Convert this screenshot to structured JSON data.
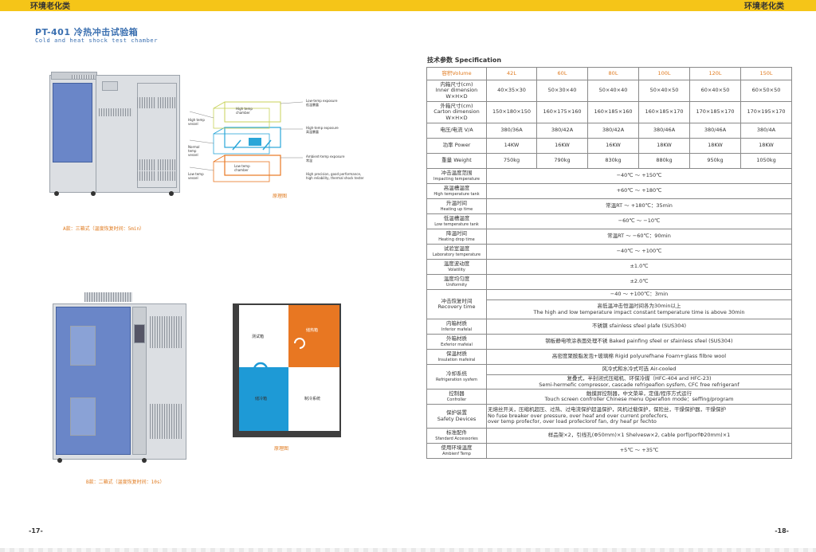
{
  "header": {
    "left": "环境老化类",
    "right": "环境老化类"
  },
  "title": {
    "cn": "PT-401  冷热冲击试验箱",
    "en": "Cold and heat shock test chamber"
  },
  "captions": {
    "a": "A款：三箱式（温度恢复时间：5min）",
    "b": "B款：二箱式（温度恢复时间：10s）",
    "principle1": "原理图",
    "principle2": "原理图"
  },
  "diagramA": {
    "left_high": "High temp vessel",
    "left_normal": "Normal temp vessel",
    "left_low": "Low temp vessel",
    "box_high": "High temp chamber",
    "box_low": "Low temp chamber",
    "r1_en": "Low-temp exposure",
    "r1_cn": "低温暴露",
    "r2_en": "High-temp exposure",
    "r2_cn": "高温暴露",
    "r3_en": "Ambient-temp exposure",
    "r3_cn": "常温",
    "r4_line1": "High precision, good performance,",
    "r4_line2": "high reliability, thermal shock tester"
  },
  "diagramB": {
    "test": "测试箱",
    "heat": "储热箱",
    "cold": "储冷箱",
    "refrig": "制冷系统"
  },
  "spec": {
    "title": "技术参数 Specification",
    "volume_label": "容积Volume",
    "volumes": [
      "42L",
      "60L",
      "80L",
      "100L",
      "120L",
      "150L"
    ],
    "inner_cn": "内箱尺寸(cm)",
    "inner_en": "Inner dimension",
    "inner_wxhxd": "W×H×D",
    "inner": [
      "40×35×30",
      "50×30×40",
      "50×40×40",
      "50×40×50",
      "60×40×50",
      "60×50×50"
    ],
    "outer_cn": "外箱尺寸(cm)",
    "outer_en": "Carton dimension",
    "outer_wxhxd": "W×H×D",
    "outer": [
      "150×180×150",
      "160×175×160",
      "160×185×160",
      "160×185×170",
      "170×185×170",
      "170×195×170"
    ],
    "voltage_label": "电压/电流 V/A",
    "voltage": [
      "380/36A",
      "380/42A",
      "380/42A",
      "380/46A",
      "380/46A",
      "380/4A"
    ],
    "power_label": "功率 Power",
    "power": [
      "14KW",
      "16KW",
      "16KW",
      "18KW",
      "18KW",
      "18KW"
    ],
    "weight_label": "重量 Weight",
    "weight": [
      "750kg",
      "790kg",
      "830kg",
      "880kg",
      "950kg",
      "1050kg"
    ],
    "rows": [
      {
        "cn": "冲击温度范围",
        "en": "Impacting temperature",
        "val": "−40℃ ～ +150℃"
      },
      {
        "cn": "高温槽温度",
        "en": "High temperature tank",
        "val": "+60℃ ～ +180℃"
      },
      {
        "cn": "升温时间",
        "en": "Heating up time",
        "val": "常温RT ～ +180℃：35min"
      },
      {
        "cn": "低温槽温度",
        "en": "Low temperature tank",
        "val": "−60℃ ～ −10℃"
      },
      {
        "cn": "降温时间",
        "en": "Heating drop time",
        "val": "常温RT ～ −60℃：90min"
      },
      {
        "cn": "试验室温度",
        "en": "Laboratory temperature",
        "val": "−40℃ ～ +100℃"
      },
      {
        "cn": "温度波动度",
        "en": "Volatility",
        "val": "±1.0℃"
      },
      {
        "cn": "温度均匀度",
        "en": "Uniformity",
        "val": "±2.0℃"
      }
    ],
    "recovery_cn": "冲击恢复时间",
    "recovery_en": "Recovery time",
    "recovery_v1": "−40 ～ +100℃：3min",
    "recovery_v2": "高低温冲击恒温时间各为30min以上",
    "recovery_v3": "The high and low temperature impact constant temperature time is above 30min",
    "inner_mat_cn": "内箱材质",
    "inner_mat_en": "Inferior mafelal",
    "inner_mat": "不锈钢 sfainless sfeel plafe (SUS304)",
    "ext_mat_cn": "外箱材质",
    "ext_mat_en": "Exferior mafeial",
    "ext_mat": "钢板静电喷涂表面处理不锈 Baked painfing sfeel or sfainless sfeel (SUS304)",
    "ins_cn": "保温材质",
    "ins_en": "Insulation mafeiral",
    "ins": "高密度聚胺脂发泡+玻璃棉 Rigid polyurefhane Foam+glass filbre wool",
    "refr_cn": "冷却系统",
    "refr_en": "Refrigeration sysfem",
    "refr_v1": "风冷式和水冷式可选 Air-cooled",
    "refr_v2": "复叠式，半封闭式压缩机、环保冷媒（HFC-404 and HFC-23)",
    "refr_v3": "Semi-hermefic compressor, cascade refrigeafion sysfem, CFC free refrigeranf",
    "ctrl_cn": "控制器",
    "ctrl_en": "Confroller",
    "ctrl_v1": "触摸屏控制器，中文菜单，定值/程序方式运行",
    "ctrl_v2": "Touch screen confroller Chinese menu Operafion mode：seffing/program",
    "safety_cn": "保护装置",
    "safety_en": "Safety Devices",
    "safety_v1": "无熔丝开关，压缩机超压、过热、过电流保护超温保护，风机过载保护，保险丝，干燥保护器，干燥保护",
    "safety_v2": "No fuse breaker over pressure, over heaf and over current profecfors,",
    "safety_v3": "over temp profecfor, over load profeclorof fan, dry heaf pr fechto",
    "acc_cn": "标准配件",
    "acc_en": "Sfandard Accessories",
    "acc": "样品架×2，引线孔(Φ50mm)×1 Shelvesw×2, cable porf(porfΦ20mm)×1",
    "amb_cn": "使用环境温度",
    "amb_en": "Ambienf Temp",
    "amb": "+5℃ ～ +35℃"
  },
  "page_numbers": {
    "left": "-17-",
    "right": "-18-"
  },
  "colors": {
    "accent": "#f5c518",
    "title": "#3a6fb0",
    "orange": "#e07b20",
    "blue_panel": "#6a86c8"
  }
}
